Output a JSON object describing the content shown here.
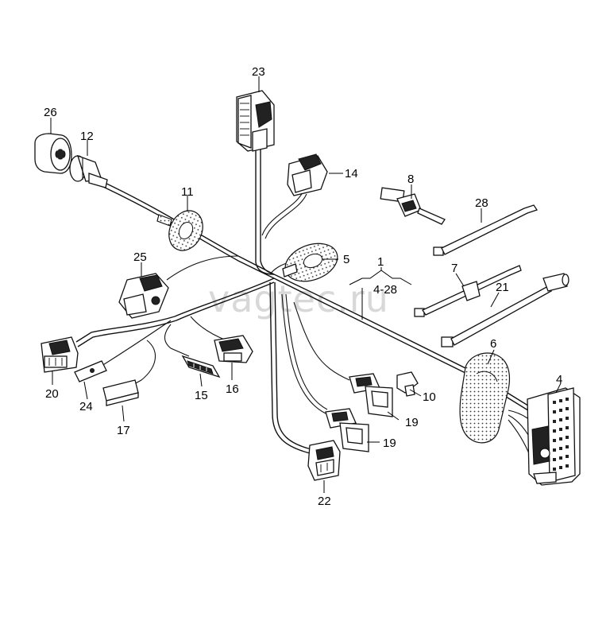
{
  "watermark": "vagtec.ru",
  "group_label": {
    "number": "1",
    "range": "4-28"
  },
  "callouts": {
    "c4": "4",
    "c5": "5",
    "c6": "6",
    "c7": "7",
    "c8": "8",
    "c10": "10",
    "c11": "11",
    "c12": "12",
    "c14": "14",
    "c15": "15",
    "c16": "16",
    "c17": "17",
    "c19a": "19",
    "c19b": "19",
    "c20": "20",
    "c21": "21",
    "c22": "22",
    "c23": "23",
    "c24": "24",
    "c25": "25",
    "c26": "26",
    "c28": "28"
  }
}
